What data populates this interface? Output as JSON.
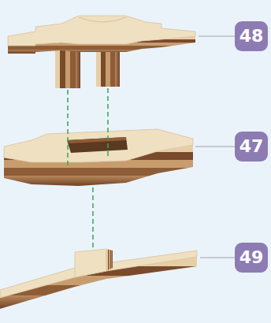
{
  "diagram": {
    "labels": [
      "48",
      "47",
      "49"
    ]
  }
}
